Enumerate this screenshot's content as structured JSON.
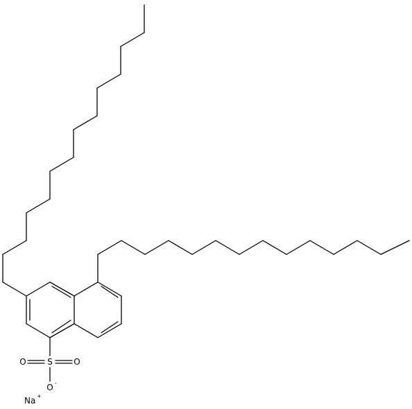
{
  "molecule": {
    "atoms": {
      "sulfur": "S",
      "oxygen_left": "O",
      "oxygen_right": "O",
      "oxygen_bottom": "O",
      "oxygen_charge": "-",
      "sodium": "Na",
      "sodium_charge": "+"
    },
    "colors": {
      "bond": "#000000",
      "background": "#ffffff"
    }
  }
}
